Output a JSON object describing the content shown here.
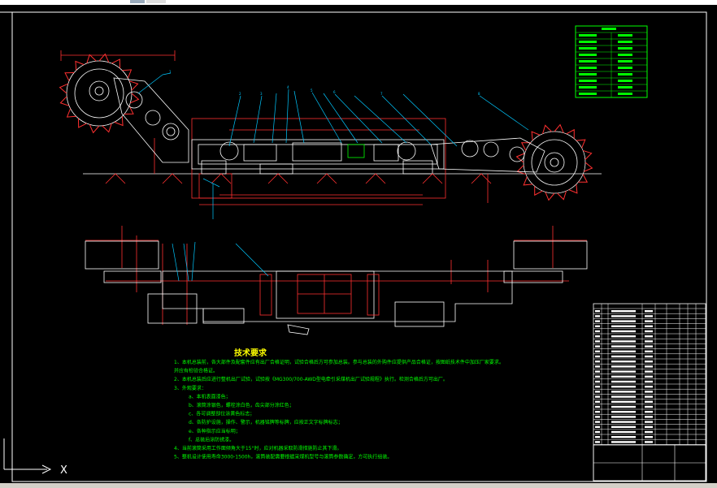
{
  "drawing": {
    "tech_requirements_title": "技术要求",
    "tech_requirements_lines": [
      "1、本机总装前，各大部件及配套件应有出厂合格证明，试验合格后方可参加总装。参与总装的外购件应提供产品合格证，按图纸技术件中加压厂家要求。",
      "并应有检验合格证。",
      "2、本机总装后应进行整机出厂试验，试验按《MG300/700-AWD型电牵引采煤机出厂试验规程》执行。检测合格后方可出厂。",
      "3、外观要求：",
      "a、本机表面漆色；",
      "b、滚筒涂银色，螺栓涂白色，齿尖部分涂红色；",
      "c、各可调整部位涂黄色标志；",
      "d、各防护设施，操作、警示，机器铭牌等标牌，应按正文字标牌标志；",
      "e、各种指示应当标明；",
      "f、总装后涂防锈漆。",
      "4、当前滚筒采用工作面倾角大于15°时，应对机器采取防滑措施防止其下滑。",
      "5、整机设计使用寿命3000-1500h，滚筒装配需要根据采煤机型号与滚筒参数确定，方可执行组装。"
    ],
    "axis_label": "X"
  },
  "colors": {
    "background": "#000000",
    "outline": "#ffffff",
    "dimension": "#ff0000",
    "leader": "#00ffff",
    "table": "#00ff00",
    "text": "#ffff00"
  }
}
